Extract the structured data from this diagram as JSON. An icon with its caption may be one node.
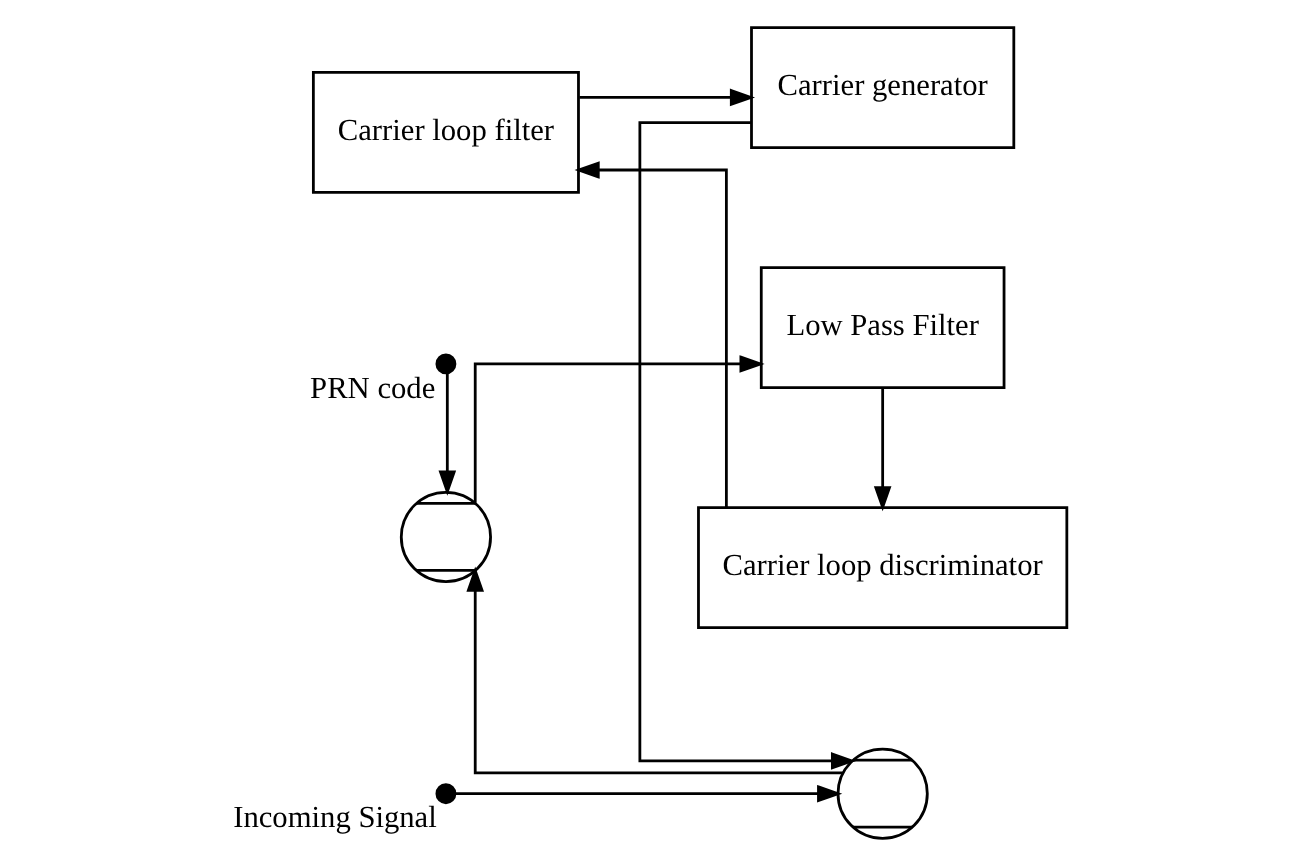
{
  "diagram": {
    "nodes": [
      {
        "text": [],
        "shape": "dot",
        "beside": [
          "PRN code"
        ]
      },
      {
        "text": [],
        "shape": "dot",
        "beside": [
          "Incoming Signal"
        ]
      },
      {
        "text": [],
        "shape": "circle"
      },
      {
        "text": [],
        "shape": "circle"
      },
      {
        "text": [
          "Low Pass Filter"
        ]
      },
      {
        "text": [
          "Carrier generator"
        ]
      },
      {
        "text": [
          "Carrier loop filter"
        ]
      },
      {
        "text": [
          "Carrier loop discriminator"
        ]
      }
    ],
    "edges": [
      {
        "from": 1,
        "to": 2,
        "arrow": "to"
      },
      {
        "from": 2,
        "to": 3,
        "arrow": "to"
      },
      {
        "from": 0,
        "to": 3,
        "arrow": "to"
      },
      {
        "from": 3,
        "to": 4,
        "arrow": "to"
      },
      {
        "from": 4,
        "to": 7,
        "arrow": "to"
      },
      {
        "from": 7,
        "to": 6,
        "arrow": "to"
      },
      {
        "from": 6,
        "to": 5,
        "arrow": "to"
      },
      {
        "from": 5,
        "to": 2,
        "arrow": "to"
      }
    ]
  }
}
